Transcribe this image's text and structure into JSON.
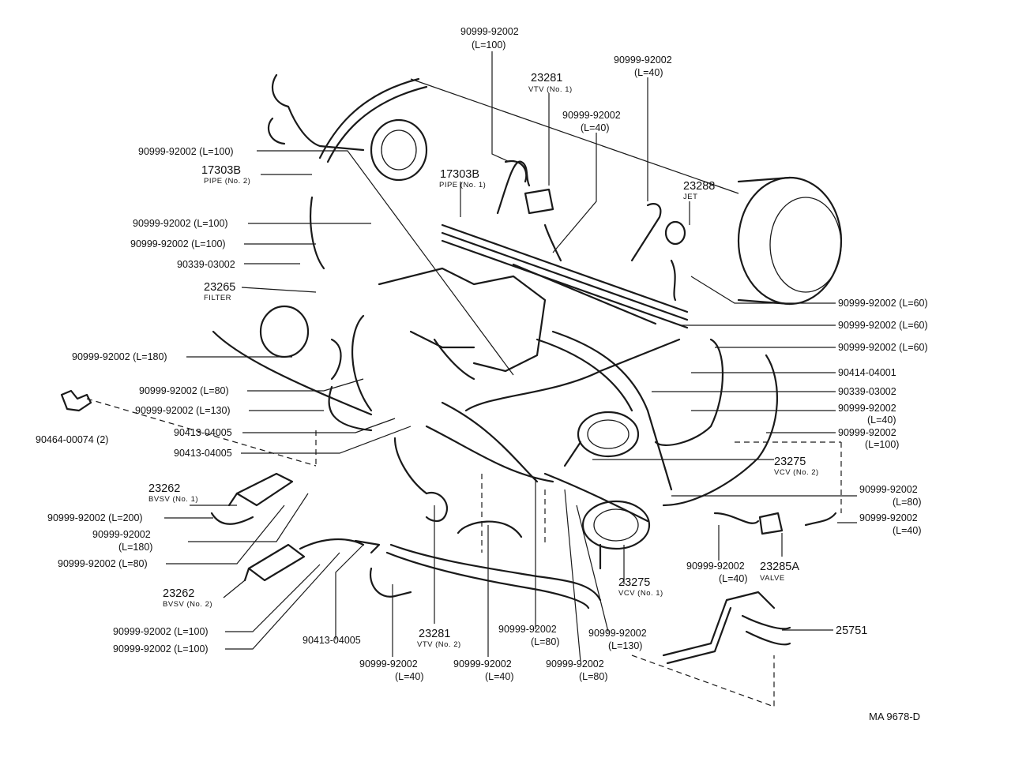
{
  "labels": [
    {
      "id": "hose-top-l100",
      "lines": [
        "90999-92002",
        "(L=100)"
      ]
    },
    {
      "id": "vtv-no1",
      "lines": [
        "23281",
        "VTV (No. 1)"
      ]
    },
    {
      "id": "hose-top-right-l40",
      "lines": [
        "90999-92002",
        "(L=40)"
      ]
    },
    {
      "id": "hose-mid-l40",
      "lines": [
        "90999-92002",
        "(L=40)"
      ]
    },
    {
      "id": "hose-l100-a",
      "lines": [
        "90999-92002 (L=100)"
      ]
    },
    {
      "id": "pipe-no2",
      "lines": [
        "17303B",
        "PIPE (No. 2)"
      ]
    },
    {
      "id": "pipe-no1",
      "lines": [
        "17303B",
        "PIPE (No. 1)"
      ]
    },
    {
      "id": "jet",
      "lines": [
        "23288",
        "JET"
      ]
    },
    {
      "id": "hose-l100-b",
      "lines": [
        "90999-92002 (L=100)"
      ]
    },
    {
      "id": "hose-l100-c",
      "lines": [
        "90999-92002 (L=100)"
      ]
    },
    {
      "id": "part-90339-left",
      "lines": [
        "90339-03002"
      ]
    },
    {
      "id": "filter",
      "lines": [
        "23265",
        "FILTER"
      ]
    },
    {
      "id": "hose-r-l60-a",
      "lines": [
        "90999-92002 (L=60)"
      ]
    },
    {
      "id": "hose-r-l60-b",
      "lines": [
        "90999-92002 (L=60)"
      ]
    },
    {
      "id": "hose-r-l60-c",
      "lines": [
        "90999-92002 (L=60)"
      ]
    },
    {
      "id": "hose-l180",
      "lines": [
        "90999-92002 (L=180)"
      ]
    },
    {
      "id": "part-90414",
      "lines": [
        "90414-04001"
      ]
    },
    {
      "id": "hose-l80-left",
      "lines": [
        "90999-92002 (L=80)"
      ]
    },
    {
      "id": "part-90339-right",
      "lines": [
        "90339-03002"
      ]
    },
    {
      "id": "hose-l130-left",
      "lines": [
        "90999-92002 (L=130)"
      ]
    },
    {
      "id": "hose-r-l40",
      "lines": [
        "90999-92002",
        "(L=40)"
      ]
    },
    {
      "id": "clamp-90464",
      "lines": [
        "90464-00074 (2)"
      ]
    },
    {
      "id": "tee-90413-a",
      "lines": [
        "90413-04005"
      ]
    },
    {
      "id": "hose-r-l100",
      "lines": [
        "90999-92002",
        "(L=100)"
      ]
    },
    {
      "id": "tee-90413-b",
      "lines": [
        "90413-04005"
      ]
    },
    {
      "id": "vcv-no2",
      "lines": [
        "23275",
        "VCV (No. 2)"
      ]
    },
    {
      "id": "bvsv-no1",
      "lines": [
        "23262",
        "BVSV (No. 1)"
      ]
    },
    {
      "id": "hose-r-l80",
      "lines": [
        "90999-92002",
        "(L=80)"
      ]
    },
    {
      "id": "hose-l200",
      "lines": [
        "90999-92002 (L=200)"
      ]
    },
    {
      "id": "hose-r-l40-b",
      "lines": [
        "90999-92002",
        "(L=40)"
      ]
    },
    {
      "id": "hose-l180-b",
      "lines": [
        "90999-92002",
        "(L=180)"
      ]
    },
    {
      "id": "hose-l80-b",
      "lines": [
        "90999-92002 (L=80)"
      ]
    },
    {
      "id": "hose-bot-l40-right",
      "lines": [
        "90999-92002",
        "(L=40)"
      ]
    },
    {
      "id": "valve",
      "lines": [
        "23285A",
        "VALVE"
      ]
    },
    {
      "id": "bvsv-no2",
      "lines": [
        "23262",
        "BVSV (No. 2)"
      ]
    },
    {
      "id": "vcv-no1",
      "lines": [
        "23275",
        "VCV (No. 1)"
      ]
    },
    {
      "id": "hose-bot-l100-a",
      "lines": [
        "90999-92002 (L=100)"
      ]
    },
    {
      "id": "hose-bot-l100-b",
      "lines": [
        "90999-92002 (L=100)"
      ]
    },
    {
      "id": "part-25751",
      "lines": [
        "25751"
      ]
    },
    {
      "id": "hose-bot-l130",
      "lines": [
        "90999-92002",
        "(L=130)"
      ]
    },
    {
      "id": "tee-90413-c",
      "lines": [
        "90413-04005"
      ]
    },
    {
      "id": "vtv-no2",
      "lines": [
        "23281",
        "VTV (No. 2)"
      ]
    },
    {
      "id": "hose-bot-l80-a",
      "lines": [
        "90999-92002",
        "(L=80)"
      ]
    },
    {
      "id": "hose-bot-l40-a",
      "lines": [
        "90999-92002",
        "(L=40)"
      ]
    },
    {
      "id": "hose-bot-l40-b",
      "lines": [
        "90999-92002",
        "(L=40)"
      ]
    },
    {
      "id": "hose-bot-l80-b",
      "lines": [
        "90999-92002",
        "(L=80)"
      ]
    }
  ],
  "reference": "MA 9678-D"
}
